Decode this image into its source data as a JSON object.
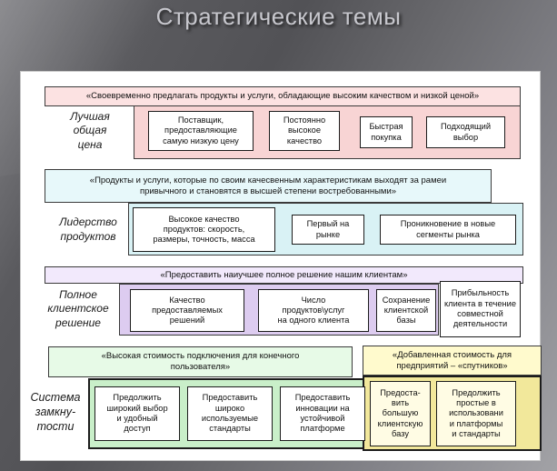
{
  "title": "Стратегические темы",
  "colors": {
    "title_text": "#c7c7cd",
    "panel_bg": "#ffffff",
    "white_box": "#ffffff",
    "s1_band": "#fce2e2",
    "s1_container": "#f8d4d4",
    "s2_band": "#e7f8fa",
    "s2_container": "#d9f2f5",
    "s3_band": "#f2e9fc",
    "s3_container": "#ddccf0",
    "s4_green_band": "#e7fae7",
    "s4_green_container": "#c9efc9",
    "s4_yellow_band": "#fffacd",
    "s4_yellow_container": "#f2e89b",
    "s4_yellow_box": "#fffce4"
  },
  "sections": [
    {
      "name": "Лучшая общая цена",
      "label": "Лучшая\nобщая\nцена",
      "header": "«Своевременно предлагать продукты и услуги, обладающие высоким качеством и низкой ценой»",
      "boxes": [
        "Поставщик,\nпредоставляющие\nсамую низкую цену",
        "Постоянно\nвысокое\nкачество",
        "Быстрая\nпокупка",
        "Подходящий\nвыбор"
      ]
    },
    {
      "name": "Лидерство продуктов",
      "label": "Лидерство\nпродуктов",
      "header": "«Продукты и услуги, которые по своим качесвенным характеристикам выходят за рамеи\nпривычного и становятся в высшей степени востребованными»",
      "boxes": [
        "Высокое качество\nпродуктов: скорость,\nразмеры, точность, масса",
        "Первый на\nрынке",
        "Проникновение в новые\nсегменты рынка"
      ]
    },
    {
      "name": "Полное клиентское решение",
      "label": "Полное\nклиентское\nрешение",
      "header": "«Предоставить наиучшее полное решение нашим клиентам»",
      "boxes": [
        "Качество\nпредоставляемых\nрешений",
        "Число\nпродуктов\\услуг\nна одного клиента",
        "Сохранение\nклиентской\nбазы"
      ],
      "outside_box": "Прибыльность\nклиента в течение\nсовместной\nдеятельности"
    },
    {
      "name": "Система замкнутости",
      "label": "Система\nзамкну-\nтости",
      "left": {
        "header": "«Высокая стоимость подключения для конечного\nпользователя»",
        "boxes": [
          "Предолжить\nширокий выбор\nи удобный\nдоступ",
          "Предоставить\nшироко\nиспользуемые\nстандарты",
          "Предоставить\nинновации на\nустойчивой\nплатформе"
        ]
      },
      "right": {
        "header": "«Добавленная стоимость для\nпредприятий – «спутников»",
        "boxes": [
          "Предоста-\nвить\nбольшую\nклиентскую\nбазу",
          "Предолжить\nпростые в\nиспользовани\nи платформы\nи стандарты"
        ]
      }
    }
  ]
}
